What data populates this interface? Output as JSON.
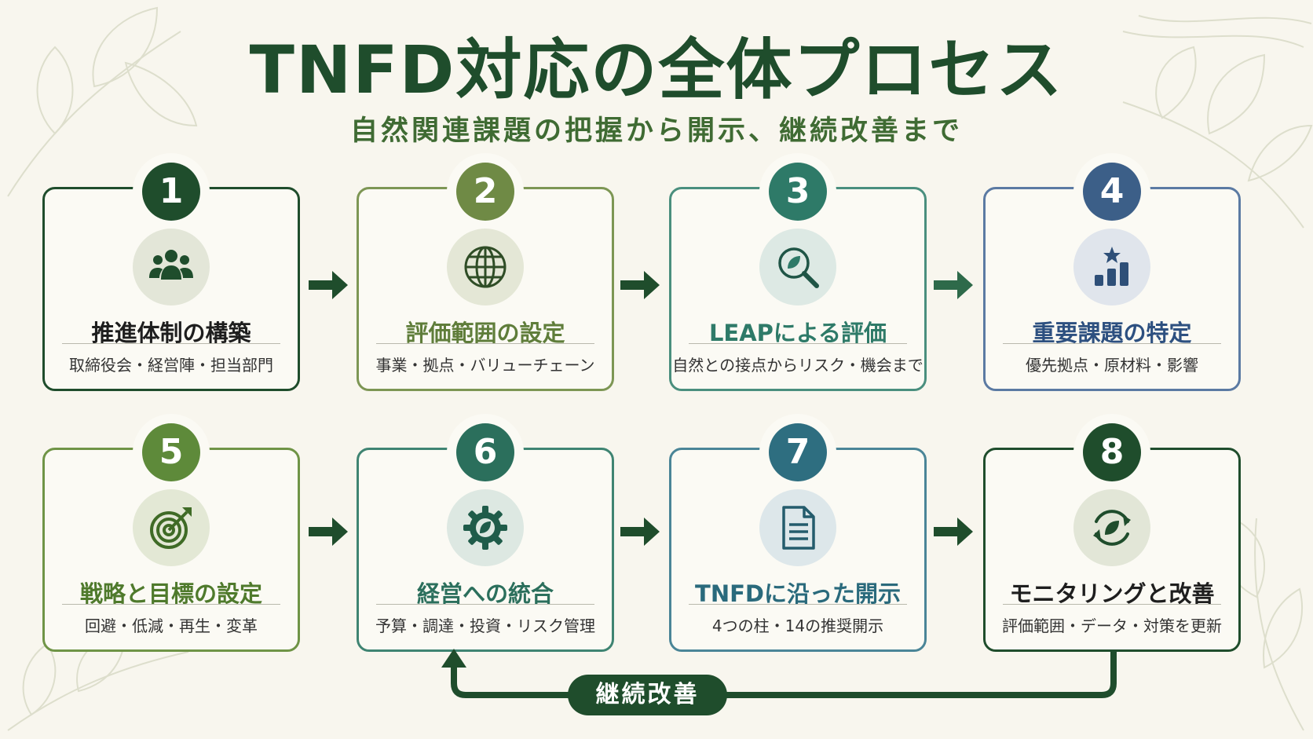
{
  "header": {
    "title": "TNFD対応の全体プロセス",
    "subtitle": "自然関連課題の把握から開示、継続改善まで"
  },
  "steps": [
    {
      "number": "1",
      "title": "推進体制の構築",
      "description": "取締役会・経営陣・担当部門",
      "icon": "people-icon",
      "color": "#1f4d2c"
    },
    {
      "number": "2",
      "title": "評価範囲の設定",
      "description": "事業・拠点・バリューチェーン",
      "icon": "globe-icon",
      "color": "#6f8a45"
    },
    {
      "number": "3",
      "title": "LEAPによる評価",
      "description": "自然との接点からリスク・機会まで",
      "icon": "magnifier-leaf-icon",
      "color": "#2e7a68"
    },
    {
      "number": "4",
      "title": "重要課題の特定",
      "description": "優先拠点・原材料・影響",
      "icon": "bar-chart-star-icon",
      "color": "#3c5f88"
    },
    {
      "number": "5",
      "title": "戦略と目標の設定",
      "description": "回避・低減・再生・変革",
      "icon": "target-icon",
      "color": "#5e8a3a"
    },
    {
      "number": "6",
      "title": "経営への統合",
      "description": "予算・調達・投資・リスク管理",
      "icon": "gear-leaf-icon",
      "color": "#2b6f5c"
    },
    {
      "number": "7",
      "title": "TNFDに沿った開示",
      "description": "4つの柱・14の推奨開示",
      "icon": "document-icon",
      "color": "#2e6e80"
    },
    {
      "number": "8",
      "title": "モニタリングと改善",
      "description": "評価範囲・データ・対策を更新",
      "icon": "refresh-leaf-icon",
      "color": "#1f4d2c"
    }
  ],
  "loop": {
    "label": "継続改善"
  }
}
